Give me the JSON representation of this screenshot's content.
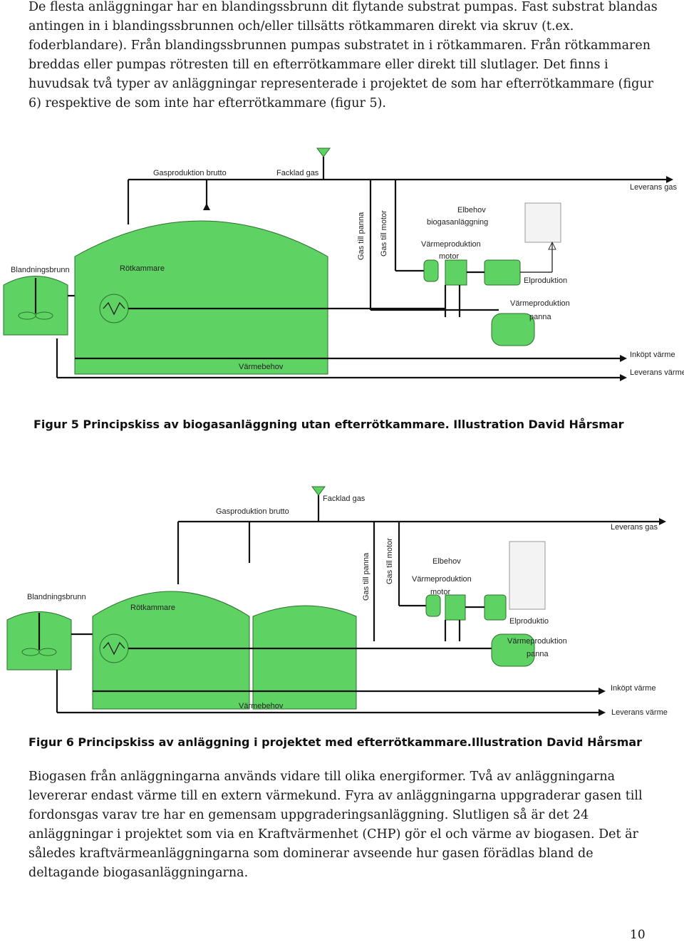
{
  "intro_paragraph": "De flesta anläggningar har en blandingssbrunn dit flytande substrat pumpas. Fast substrat blandas antingen in i blandingssbrunnen och/eller tillsätts rötkammaren direkt via skruv (t.ex. foderblandare). Från blandingssbrunnen pumpas substratet in i rötkammaren. Från rötkammaren breddas eller pumpas rötresten till en efterrötkammare eller direkt till slutlager. Det finns i huvudsak två typer av anläggningar representerade i projektet de som har efterrötkammare (figur 6) respektive de som inte har efterrötkammare (figur 5).",
  "figure5": {
    "labels": {
      "gasproduktion": "Gasproduktion brutto",
      "facklad": "Facklad gas",
      "leverans_gas": "Leverans gas",
      "gas_panna": "Gas till panna",
      "gas_motor": "Gas till motor",
      "elbehov": "Elbehov",
      "elbehov_sub": "biogasanläggning",
      "varme_motor_1": "Värmeproduktion",
      "varme_motor_2": "motor",
      "blandningsbrunn": "Blandningsbrunn",
      "rotkammare": "Rötkammare",
      "elproduktion": "Elproduktion",
      "varme_panna_1": "Värmeproduktion",
      "varme_panna_2": "panna",
      "inkopt": "Inköpt värme",
      "varmebehov": "Värmebehov",
      "leverans_varme": "Leverans värme"
    },
    "caption": "Figur 5 Principskiss av biogasanläggning utan efterrötkammare. Illustration David Hårsmar"
  },
  "figure6": {
    "labels": {
      "facklad": "Facklad gas",
      "gasproduktion": "Gasproduktion brutto",
      "leverans_gas": "Leverans gas",
      "gas_motor": "Gas till motor",
      "gas_panna": "Gas till panna",
      "elbehov": "Elbehov",
      "blandningsbrunn": "Blandningsbrunn",
      "varme_motor_1": "Värmeproduktion",
      "varme_motor_2": "motor",
      "rotkammare": "Rötkammare",
      "elproduktion": "Elproduktio",
      "varme_panna_1": "Värmeproduktion",
      "varme_panna_2": "panna",
      "inkopt": "Inköpt värme",
      "varmebehov": "Värmebehov",
      "leverans_varme": "Leverans värme"
    },
    "caption": "Figur 6 Principskiss av anläggning i projektet med efterrötkammare.Illustration David Hårsmar"
  },
  "closing_paragraph": "Biogasen från anläggningarna används vidare till olika energiformer. Två av anläggningarna levererar endast värme till en extern värmekund. Fyra av anläggningarna uppgraderar gasen till fordonsgas varav tre har en gemensam uppgraderingsanläggning. Slutligen så är det 24 anläggningar i projektet som via en Kraftvärmenhet (CHP) gör el och värme av biogasen. Det är således kraftvärmeanläggningarna som dominerar avseende hur gasen förädlas bland de deltagande biogasanläggningarna.",
  "page_number": "10",
  "colors": {
    "equipment_green": "#5ed364",
    "line": "#111111"
  }
}
